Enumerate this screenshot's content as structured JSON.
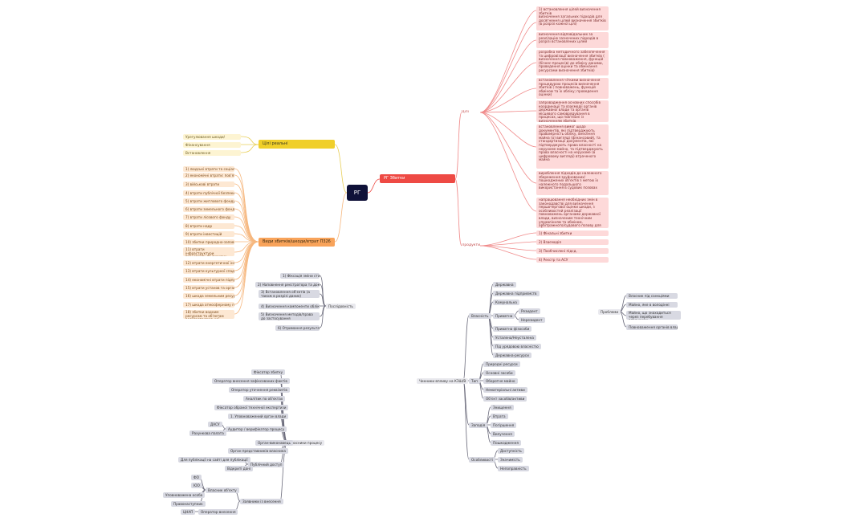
{
  "root": "РГ",
  "rg_branch": {
    "title": "РГ Збитки",
    "tsili": {
      "label": "Цілі",
      "items": [
        "1) встановлення цілей визначення збитків",
        "визначення загальних підходів для досягнення цілей визначення збитків (в розрізі кожної цілі)",
        "визначення відповідальних за реалізацію зазначених підходів в розрізі встановлених цілей",
        "розробка методичного забезпечення та цифровізації визначення збитків ( визначення повноваження, функцій (бізнес-процесів) до обміну даними, проведення оцінки та обмінання ресурсами визначення збитків)",
        "встановлення чіткими визначення процедурою процесів визначення збитків ( повноважень, функцій обміном та їх обліку; проведення оцінки)",
        "запровадження основних способів координації та взаємодії органів державної влади та органів місцевого самоврядування в процесах, що пов'язані із визначенням збитків",
        "встановлення вимог щодо документів, які підтверджують правомірність обліку, внесення майна (о) вигляді (фінансовий), та стандартизації документів, які підтверджують права власності на нерухоме майно, та підтверджують права власності на нерухоме (в цифровому вигляді) втраченого майна",
        "вироблення підходів до належного збереження зруйнованих/пошкоджених об'єктів з метою їх належного подальшого використання в судових позовах",
        "напрацювання необхідних змін в законодавстві для визначення першочергової оцінки шкоди, з особливостей реалізації повноважень органами державної влади, визначеним технічним управлінням та обміном, арбітражного/судового позову для збереження"
      ]
    },
    "produkty": {
      "label": "Продукти",
      "items": [
        "1) Фінальні збитки",
        "2) Взаємодія",
        "3) Пообчислені підсд.",
        "4) Реєстр та АСУ"
      ]
    }
  },
  "cili_branch": {
    "title": "Цілі реальні",
    "items": [
      "Урегулювання шкоди/",
      "Фінансування",
      "Встановлення"
    ]
  },
  "vydy_branch": {
    "title": "Види збитків/шкоди/втрат П326",
    "items": [
      "1) людські втрати та соціальні втрати",
      "2) економічні втрати: пов'язані з (ВВП) (?)",
      "3) військові втрати",
      "4) втрати публічної безпеки",
      "5) втрати житлового фонду та ЖКГ",
      "6) втрати земельного фонду",
      "7) втрати лісового фонду",
      "8) втрати надр",
      "9) втрати інвестицій",
      "10) збитки природно-заповідному фонду",
      "11) втрати інфраструктури транспорту та туризму",
      "12) втрати енергетичної інфраструктури",
      "13) втрати культурної спадщини",
      "14) економічні втрати підприємств",
      "15) втрати установ та організацій",
      "16) шкода земельним ресурсам",
      "17) шкода атмосферному повітрю",
      "18) збитки водним ресурсам та об'єктам водогосподарської інфраструктури"
    ]
  },
  "posl_branch": {
    "title": "Послідовність",
    "items": [
      "1) Фіксація зміни стану",
      "2) Наповнення реєстратора та доказами",
      "3) Встановлення об'єктів (а також в розрізі даних)",
      "4) Визначення компоненти обліку",
      "5) Визначення методів/права до застосування",
      "6) Отримання результату"
    ]
  },
  "uchasn_branch": {
    "title": "Учасники процесу",
    "items": [
      "Фіксатор збитку",
      "Оператор внесення зафіксованих фактів",
      "Оператор уточнення реквізитів",
      "Аналітик по об'єктах",
      "Фіксатор обраної технічної експертизи",
      "1. Уповноважений орган влади",
      "Аудитор / верифікатор процесу",
      "Орган-виконавець",
      "Орган представників власника",
      "Публічний доступ",
      "Заявники із внесення"
    ],
    "sub_auditor": [
      "ДАСУ",
      "Рахункова палата"
    ],
    "sub_public": [
      "Для публікації на сайті для публікації",
      "Відкриті дані"
    ],
    "sub_zayavnyky": [
      "Власник об'єкту",
      "Оператор внесення"
    ],
    "sub_vlasnyk": [
      "ФО",
      "ЮО",
      "Уповноважена особа",
      "Правонаступник"
    ],
    "sub_operator": [
      "ЦНАП"
    ]
  },
  "chynnyky_branch": {
    "title": "Чинники впливу на КЗШ/В",
    "vlasnist": {
      "label": "Власність",
      "items": [
        "Державна",
        "Державна підприємств",
        "Комунальна",
        "Приватна",
        "Приватна фізособи",
        "Усталена/Неусталена",
        "Під урядовою власністю",
        "Державна-ресурси"
      ],
      "pryvatna_sub": [
        "Резидент",
        "Нерезидент"
      ]
    },
    "typ": {
      "label": "Тип",
      "items": [
        "Природні ресурси",
        "Основні засоби",
        "Оборотне майно",
        "Нематеріальні активи",
        "Об'єкт засобів/активи"
      ]
    },
    "shkoda": {
      "label": "Заподія",
      "items": [
        "Знищення",
        "Втрата",
        "Погіршення",
        "Вилучення",
        "Пошкодження"
      ]
    },
    "osoblyvosti": {
      "label": "Особливості",
      "items": [
        "Доступність",
        "Значимість",
        "Непоправність"
      ]
    }
  },
  "problemy_branch": {
    "title": "Проблеми",
    "items": [
      "Власник під санкціями",
      "Майно, яке в володінні",
      "Майно, що знаходиться через перебування власником",
      "Повноваження органів влади"
    ]
  },
  "colors": {
    "root": "#0f1138",
    "rg": "#ee4a44",
    "cili": "#f0cf2a",
    "vydy": "#f8a35a",
    "line_red": "#f08a8a",
    "line_orange": "#f6b77e",
    "line_yellow": "#e8cf5a",
    "line_gray": "#6e6e7e"
  }
}
